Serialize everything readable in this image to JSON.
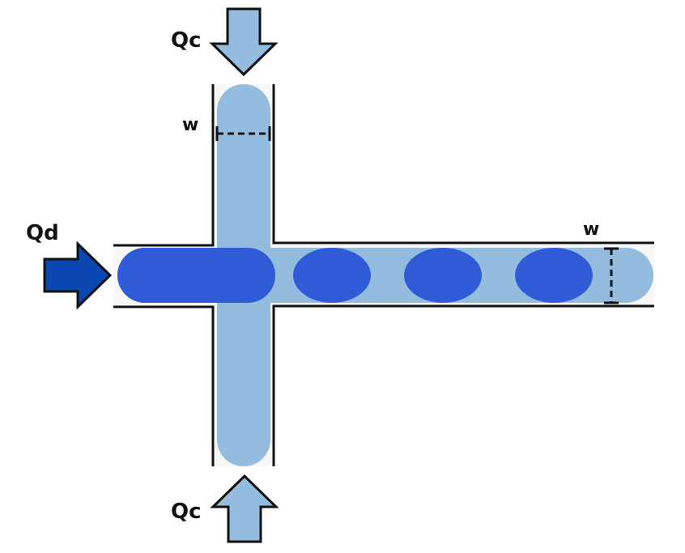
{
  "labels": {
    "qc_top": "Qc",
    "qc_bottom": "Qc",
    "qd": "Qd",
    "w_vertical": "w",
    "w_horizontal": "w"
  },
  "colors": {
    "continuous_phase": "#94bcdf",
    "droplet": "#2f5bd6",
    "dispersed_arrow": "#0a47b0",
    "channel_fill": "#f7f7f7",
    "wall": "#111111"
  },
  "droplets": {
    "count": 4,
    "first_is_elongated": true
  }
}
